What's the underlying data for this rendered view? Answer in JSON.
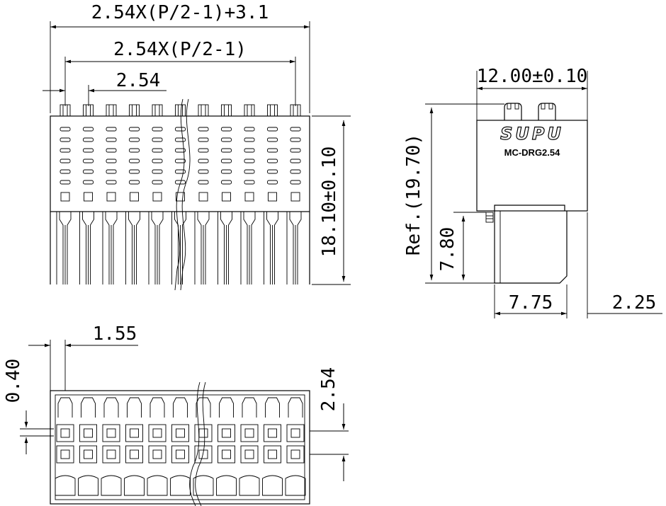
{
  "dimensions": {
    "top_overall": "2.54X(P/2-1)+3.1",
    "top_span": "2.54X(P/2-1)",
    "top_pitch": "2.54",
    "front_height": "18.10±0.10",
    "side_width": "12.00±0.10",
    "side_ref_height": "Ref.(19.70)",
    "side_pin_height": "7.80",
    "side_base": "7.75",
    "side_offset": "2.25",
    "bottom_offset": "1.55",
    "bottom_wall": "0.40",
    "bottom_row_pitch": "2.54"
  },
  "label": {
    "brand": "SUPU",
    "model": "MC-DRG2.54"
  },
  "colors": {
    "line": "#000000",
    "background": "#ffffff"
  }
}
